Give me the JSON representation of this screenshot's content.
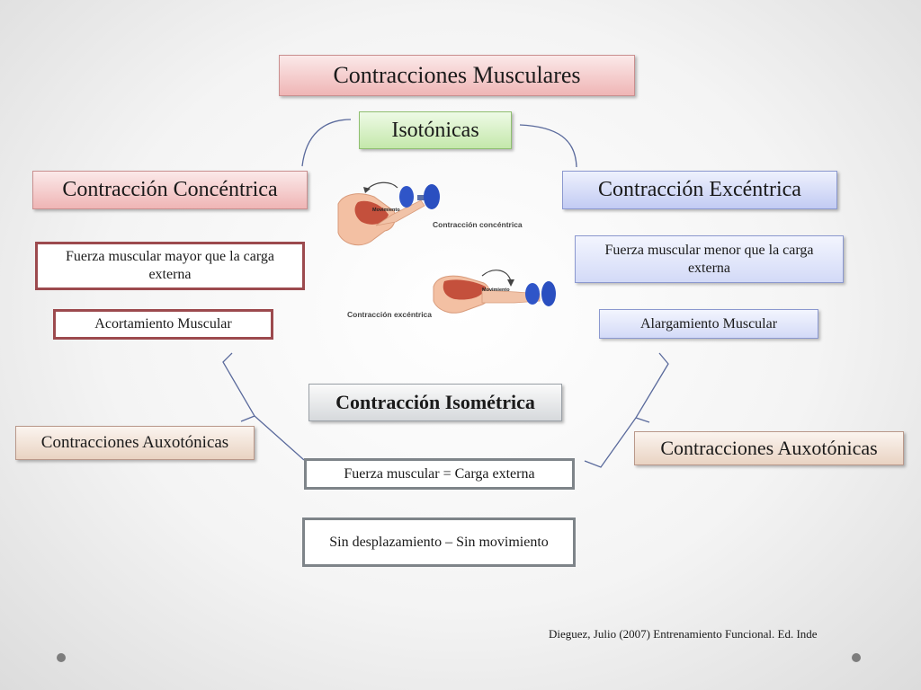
{
  "title": "Contracciones Musculares",
  "isotonicas": "Isotónicas",
  "concentrica": {
    "title": "Contracción Concéntrica",
    "fuerza": "Fuerza muscular  mayor que la carga externa",
    "acortamiento": "Acortamiento Muscular"
  },
  "excentrica": {
    "title": "Contracción Excéntrica",
    "fuerza": "Fuerza muscular  menor que la carga externa",
    "alargamiento": "Alargamiento Muscular"
  },
  "isometrica": {
    "title": "Contracción Isométrica",
    "fuerza": "Fuerza muscular  =  Carga externa",
    "desplazamiento": "Sin desplazamiento – Sin movimiento"
  },
  "auxotonicas_left": "Contracciones Auxotónicas",
  "auxotonicas_right": "Contracciones Auxotónicas",
  "illustration": {
    "label_concentrica": "Contracción concéntrica",
    "label_excentrica": "Contracción excéntrica",
    "movimiento_1": "Movimiento",
    "movimiento_2": "Movimiento"
  },
  "citation": "Dieguez, Julio (2007) Entrenamiento Funcional. Ed. Inde",
  "colors": {
    "red_box": "#efb5b5",
    "green_box": "#c4e8ab",
    "blue_box": "#c2cbf3",
    "tan_box": "#e9d3c2",
    "gray_box": "#d6d9dc",
    "connector": "#5a6a9c"
  }
}
